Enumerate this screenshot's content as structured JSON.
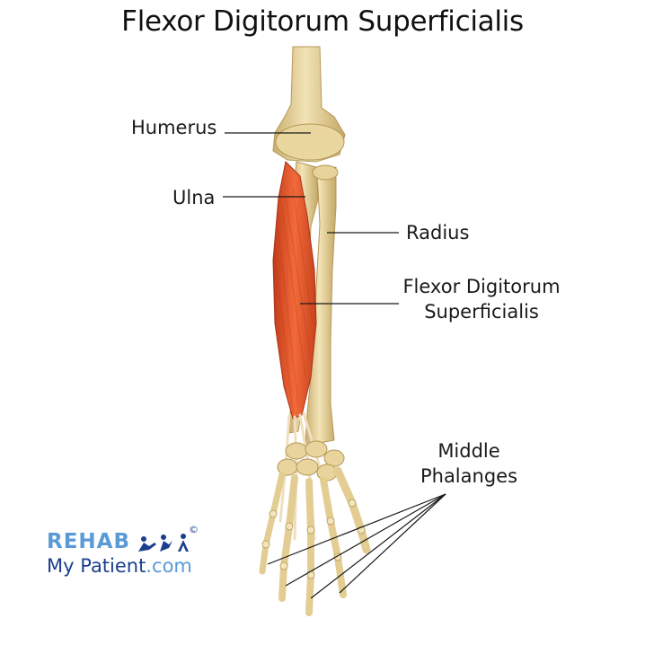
{
  "title": "Flexor Digitorum Superficialis",
  "labels": {
    "humerus": "Humerus",
    "ulna": "Ulna",
    "radius": "Radius",
    "fds_line1": "Flexor Digitorum",
    "fds_line2": "Superficialis",
    "phalanges_line1": "Middle",
    "phalanges_line2": "Phalanges"
  },
  "logo": {
    "line1": "REHAB",
    "line2_main": "My Patient",
    "line2_suffix": ".com",
    "copyright": "©",
    "color_main": "#1b3f8f",
    "color_light": "#5a9ad6"
  },
  "colors": {
    "bone": "#e9d7a2",
    "bone_shadow": "#c9ae6d",
    "muscle": "#e8562a",
    "muscle_dark": "#c23b18",
    "tendon": "#f1e2c3",
    "leader": "#1a1a1a"
  }
}
